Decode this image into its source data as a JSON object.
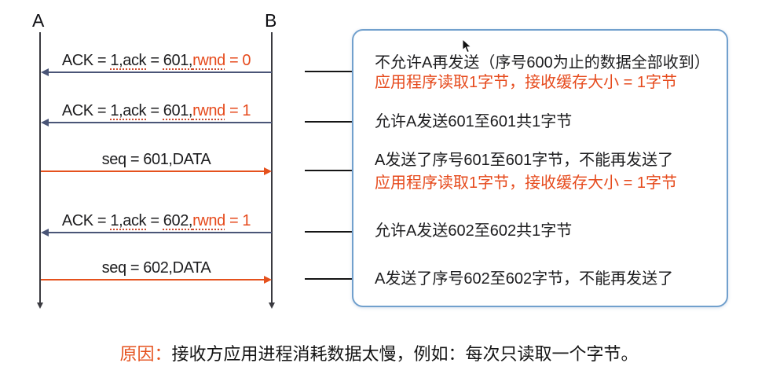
{
  "palette": {
    "ack_arrow": "#4a5577",
    "data_arrow": "#e5511d",
    "red_text": "#e64a1c",
    "box_border": "#71a0cd",
    "black": "#1d1d1f"
  },
  "sequence": {
    "host_a_label": "A",
    "host_b_label": "B",
    "messages": [
      {
        "kind": "ack",
        "direction": "B_to_A",
        "p1": "ACK = ",
        "s1": "1,ack",
        "p2": " = ",
        "s2": "601,",
        "rwnd": "rwnd",
        "rest": " = 0"
      },
      {
        "kind": "ack",
        "direction": "B_to_A",
        "p1": "ACK = ",
        "s1": "1,ack",
        "p2": " = ",
        "s2": "601,",
        "rwnd": "rwnd",
        "rest": " = 1"
      },
      {
        "kind": "data",
        "direction": "A_to_B",
        "text": "seq = 601,DATA"
      },
      {
        "kind": "ack",
        "direction": "B_to_A",
        "p1": "ACK = ",
        "s1": "1,ack",
        "p2": " = ",
        "s2": "602,",
        "rwnd": "rwnd",
        "rest": " = 1"
      },
      {
        "kind": "data",
        "direction": "A_to_B",
        "text": "seq = 602,DATA"
      }
    ]
  },
  "annotation_box": {
    "lines": [
      {
        "text": "不允许A再发送（序号600为止的数据全部收到）",
        "emphasis": "normal"
      },
      {
        "text": "应用程序读取1字节，接收缓存大小 = 1字节",
        "emphasis": "red"
      },
      {
        "text": "允许A发送601至601共1字节",
        "emphasis": "normal"
      },
      {
        "text": "A发送了序号601至601字节，不能再发送了",
        "emphasis": "normal"
      },
      {
        "text": "应用程序读取1字节，接收缓存大小 = 1字节",
        "emphasis": "red"
      },
      {
        "text": "允许A发送602至602共1字节",
        "emphasis": "normal"
      },
      {
        "text": "A发送了序号602至602字节，不能再发送了",
        "emphasis": "normal"
      }
    ]
  },
  "caption": {
    "prefix": "原因：",
    "text": "接收方应用进程消耗数据太慢，例如：每次只读取一个字节。"
  }
}
